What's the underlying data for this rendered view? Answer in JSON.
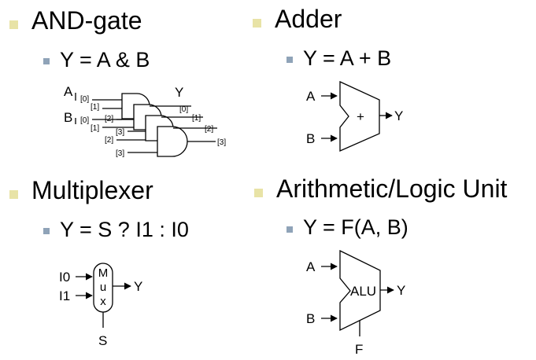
{
  "sections": {
    "and": {
      "title": "AND-gate",
      "equation": "Y = A & B",
      "inputs": [
        "A",
        "B"
      ],
      "output": "Y",
      "bits": [
        "[0]",
        "[1]",
        "[2]",
        "[3]"
      ]
    },
    "adder": {
      "title": "Adder",
      "equation": "Y = A + B",
      "inputs": [
        "A",
        "B"
      ],
      "output": "Y",
      "symbol": "+"
    },
    "mux": {
      "title": "Multiplexer",
      "equation": "Y = S ? I1 : I0",
      "inputs": [
        "I0",
        "I1"
      ],
      "select": "S",
      "output": "Y",
      "symbol": [
        "M",
        "u",
        "x"
      ]
    },
    "alu": {
      "title": "Arithmetic/Logic Unit",
      "equation": "Y = F(A, B)",
      "inputs": [
        "A",
        "B"
      ],
      "function": "F",
      "output": "Y",
      "symbol": "ALU"
    }
  },
  "colors": {
    "bullet": "#e8e3a6",
    "subbullet": "#8fa3b8"
  }
}
